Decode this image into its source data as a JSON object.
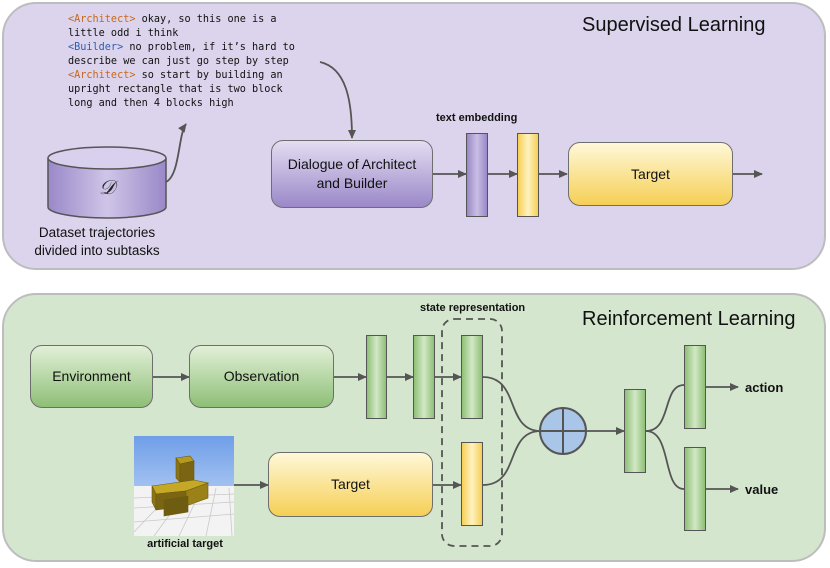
{
  "supervised": {
    "title": "Supervised Learning",
    "dialogue": [
      {
        "speaker": "<Architect>",
        "speaker_role": "architect",
        "text": " okay, so this one is a"
      },
      {
        "speaker": "",
        "speaker_role": "",
        "text": "little odd i think"
      },
      {
        "speaker": "<Builder>",
        "speaker_role": "builder",
        "text": " no problem, if it’s hard to"
      },
      {
        "speaker": "",
        "speaker_role": "",
        "text": "describe we can just go step by step"
      },
      {
        "speaker": "<Architect>",
        "speaker_role": "architect",
        "text": " so start by building an"
      },
      {
        "speaker": "",
        "speaker_role": "",
        "text": "upright rectangle that is two block"
      },
      {
        "speaker": "",
        "speaker_role": "",
        "text": "long and then 4 blocks high"
      }
    ],
    "dataset_symbol": "𝒟",
    "dataset_caption_line1": "Dataset trajectories",
    "dataset_caption_line2": "divided into subtasks",
    "dialogue_box_line1": "Dialogue of Architect",
    "dialogue_box_line2": "and Builder",
    "text_embedding_label": "text embedding",
    "target_label": "Target"
  },
  "reinforcement": {
    "title": "Reinforcement Learning",
    "environment_label": "Environment",
    "observation_label": "Observation",
    "state_representation_label": "state representation",
    "target_label": "Target",
    "artificial_target_label": "artificial target",
    "action_label": "action",
    "value_label": "value"
  },
  "colors": {
    "supervised_panel": "#dcd4ec",
    "reinforcement_panel": "#d5e6cf",
    "architect_tag": "#c8681a",
    "builder_tag": "#2b5fb0",
    "combine_node": "#a9c6e8",
    "arrow": "#555555"
  }
}
